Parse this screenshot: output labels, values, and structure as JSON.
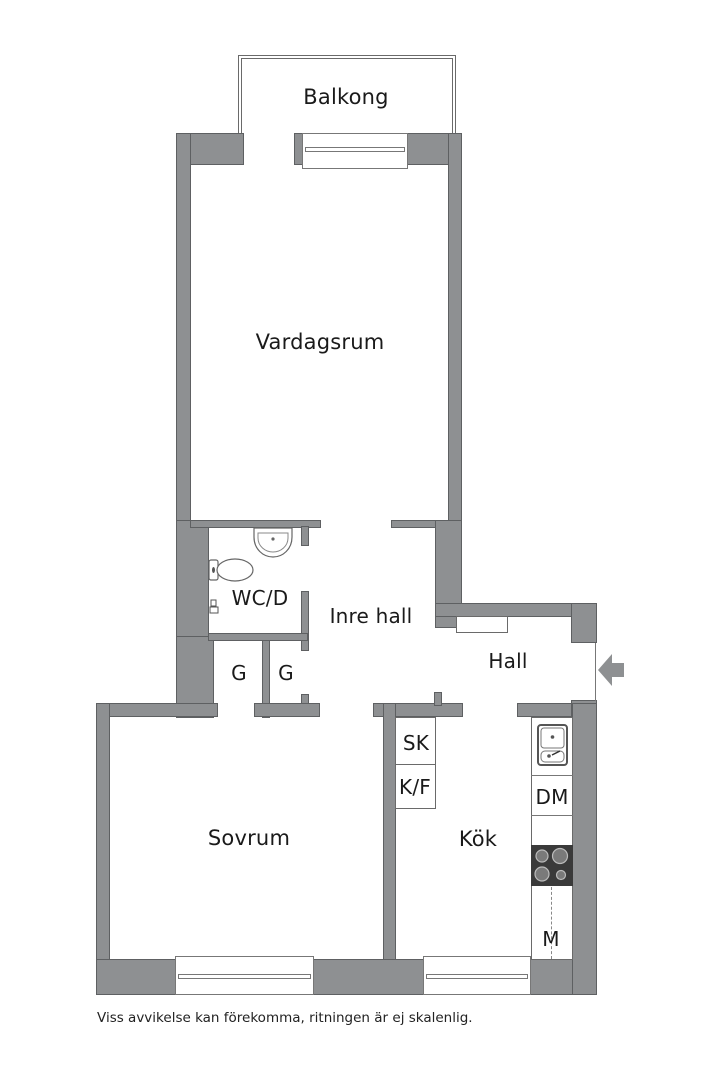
{
  "plan": {
    "rooms": [
      {
        "id": "balkong",
        "label": "Balkong"
      },
      {
        "id": "vardagsrum",
        "label": "Vardagsrum"
      },
      {
        "id": "wc",
        "label": "WC/D"
      },
      {
        "id": "inre_hall",
        "label": "Inre hall"
      },
      {
        "id": "hall",
        "label": "Hall"
      },
      {
        "id": "garderob1",
        "label": "G"
      },
      {
        "id": "garderob2",
        "label": "G"
      },
      {
        "id": "sovrum",
        "label": "Sovrum"
      },
      {
        "id": "kok",
        "label": "Kök"
      }
    ],
    "fixtures": [
      {
        "id": "sk",
        "label": "SK"
      },
      {
        "id": "kf",
        "label": "K/F"
      },
      {
        "id": "dm",
        "label": "DM"
      },
      {
        "id": "m",
        "label": "M"
      }
    ],
    "icons": [
      "sink-icon",
      "toilet-icon",
      "kitchen-sink-icon",
      "stove-icon",
      "entrance-arrow-icon"
    ],
    "colors": {
      "wall": "#8e9092",
      "wall_stroke": "#5e6062",
      "stove": "#3a3a3a"
    }
  },
  "footer": {
    "note": "Viss avvikelse kan förekomma, ritningen är ej skalenlig."
  }
}
